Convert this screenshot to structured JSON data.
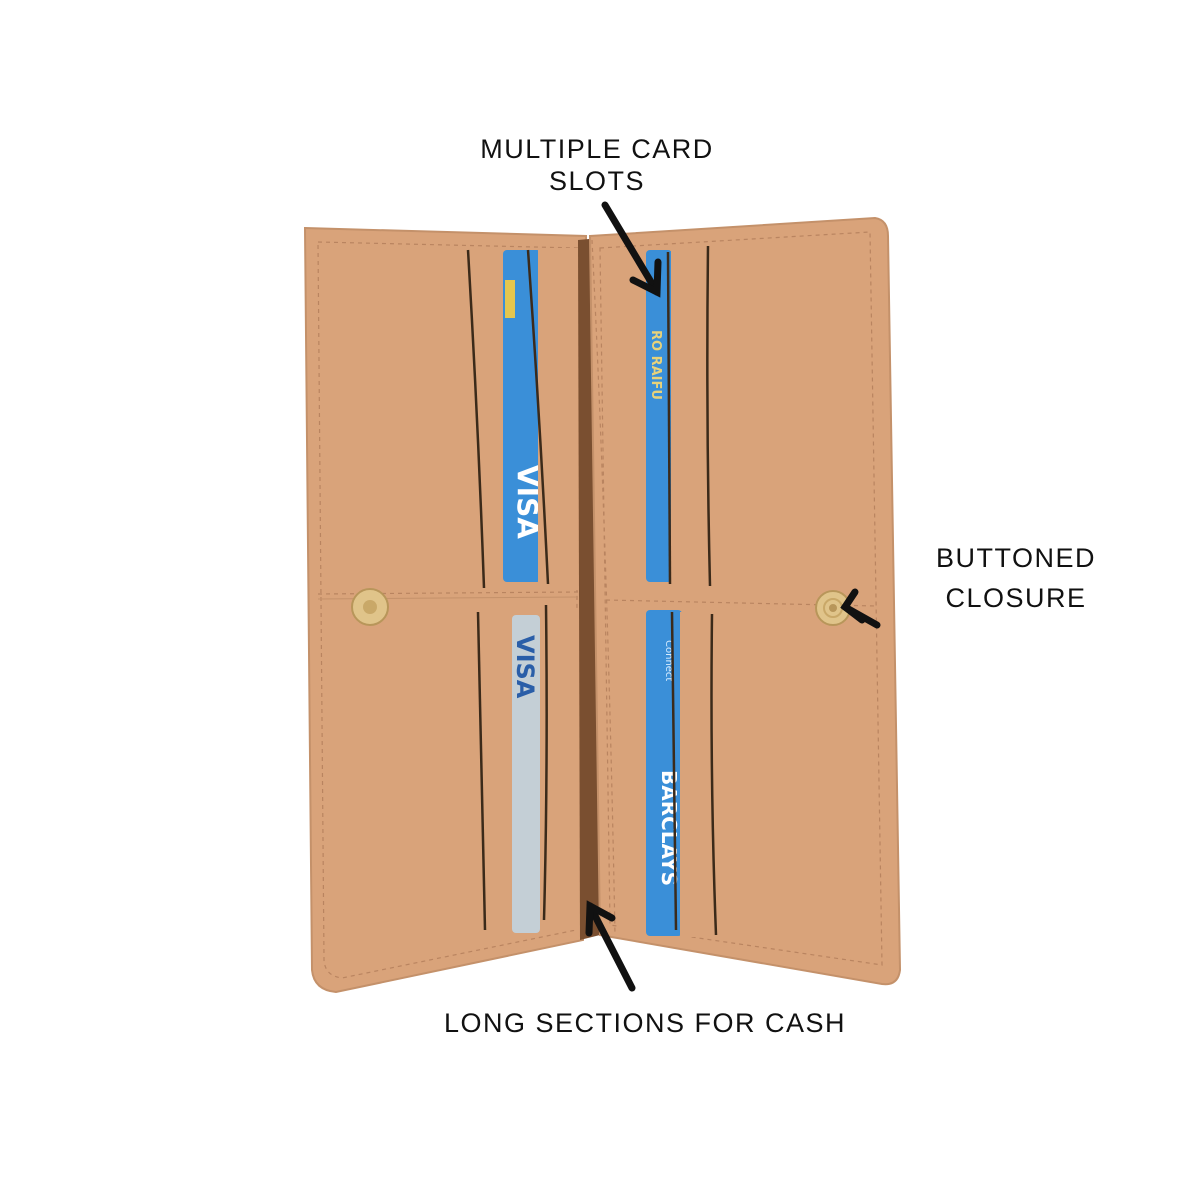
{
  "annotations": {
    "card_slots": {
      "line1": "MULTIPLE CARD",
      "line2": "SLOTS"
    },
    "closure": {
      "line1": "BUTTONED",
      "line2": "CLOSURE"
    },
    "cash": {
      "line1": "LONG SECTIONS FOR CASH"
    }
  },
  "card_lettering": {
    "left_upper": "VISA",
    "left_lower": "VISA",
    "right_upper": "RO RAIFU",
    "right_lower": "BARCLAYS",
    "right_lower_small": "Connect"
  },
  "colors": {
    "leather": "#d9a37a",
    "leather_dark": "#b98460",
    "card_blue": "#3a8fd8",
    "card_silver": "#c4cfd6",
    "button_gold": "#e0c48a",
    "annotation": "#111111"
  }
}
